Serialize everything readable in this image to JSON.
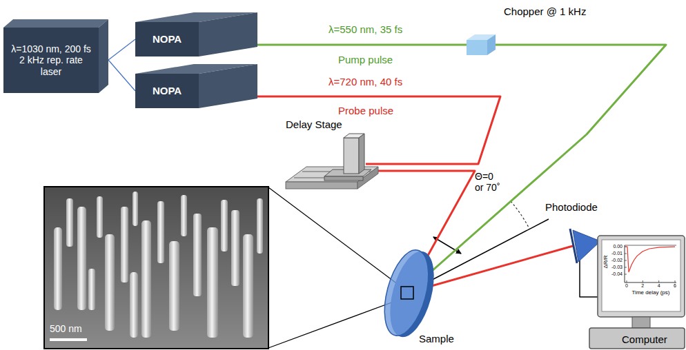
{
  "diagram": {
    "nodes": [
      {
        "text": [
          "λ=1030 nm, 200 fs 2 kHz rep. rate laser"
        ]
      },
      {
        "text": [
          "NOPA"
        ]
      },
      {
        "text": [
          "NOPA"
        ]
      },
      {
        "text": [
          "Chopper @ 1 kHz"
        ]
      },
      {
        "text": [
          "Delay Stage"
        ]
      },
      {
        "text": [
          "Sample"
        ]
      },
      {
        "text": [
          "Photodiode"
        ]
      },
      {
        "text": [
          "Computer"
        ]
      }
    ],
    "edges": [
      {
        "from": 0,
        "to": 1,
        "arrow": "none"
      },
      {
        "from": 0,
        "to": 2,
        "arrow": "none"
      },
      {
        "from": 1,
        "to": 3,
        "label": "λ=550 nm, 35 fs",
        "arrow": "none"
      },
      {
        "from": 3,
        "to": 5,
        "arrow": "none"
      },
      {
        "from": 2,
        "to": 4,
        "label": "λ=720 nm, 40 fs",
        "arrow": "none"
      },
      {
        "from": 4,
        "to": 5,
        "arrow": "none"
      },
      {
        "from": 5,
        "to": 6,
        "arrow": "none"
      },
      {
        "from": 6,
        "to": 7,
        "arrow": "none"
      }
    ],
    "labels": [
      "Pump pulse",
      "Probe pulse",
      "Θ=0 or 70˚",
      "500 nm",
      "ΔR/R",
      "Time delay (ps)",
      "0.00",
      "-0.01",
      "-0.02",
      "-0.03",
      "-0.04",
      "0",
      "2",
      "4",
      "6"
    ]
  }
}
